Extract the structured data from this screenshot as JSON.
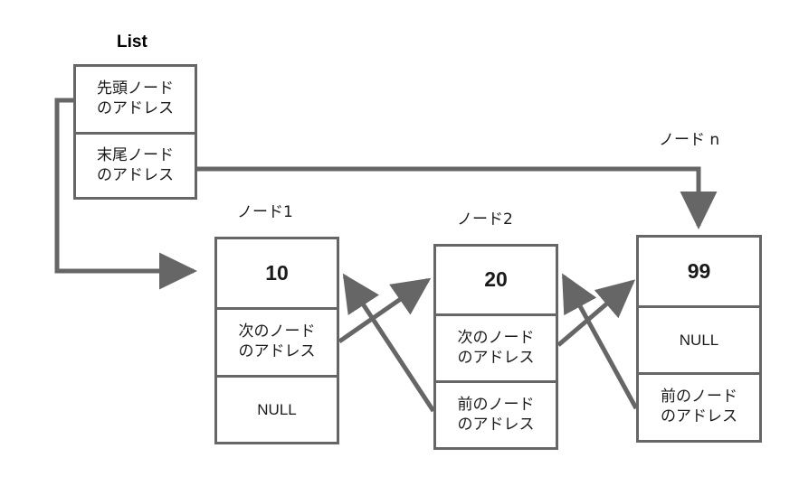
{
  "diagram": {
    "title": "List",
    "line_color": "#666666",
    "text_color": "#1a1a1a"
  },
  "list_header": {
    "label": "List",
    "cells": [
      {
        "name": "head-pointer",
        "text": "先頭ノード\nのアドレス"
      },
      {
        "name": "tail-pointer",
        "text": "末尾ノード\nのアドレス"
      }
    ]
  },
  "nodes": [
    {
      "caption": "ノード1",
      "value": "10",
      "next": "次のノード\nのアドレス",
      "prev": "NULL"
    },
    {
      "caption": "ノード2",
      "value": "20",
      "next": "次のノード\nのアドレス",
      "prev": "前のノード\nのアドレス"
    },
    {
      "caption": "ノード n",
      "value": "99",
      "next": "NULL",
      "prev": "前のノード\nのアドレス"
    }
  ],
  "connectors": [
    {
      "name": "head-to-node1",
      "kind": "arrow"
    },
    {
      "name": "tail-to-noden",
      "kind": "arrow"
    },
    {
      "name": "node1-next-to-node2",
      "kind": "arrow"
    },
    {
      "name": "node2-prev-to-node1",
      "kind": "arrow"
    },
    {
      "name": "node2-next-to-noden",
      "kind": "arrow"
    },
    {
      "name": "noden-prev-to-node2",
      "kind": "arrow"
    }
  ]
}
